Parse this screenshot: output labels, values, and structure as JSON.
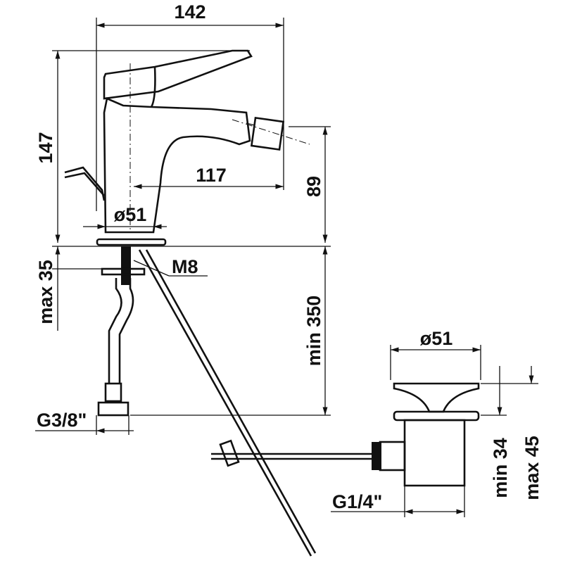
{
  "dimensions": {
    "width_total": "142",
    "height_total": "147",
    "spout_reach": "117",
    "spout_height": "89",
    "base_diameter": "ø51",
    "max_deck": "max 35",
    "thread": "M8",
    "min_clearance": "min 350",
    "hose_connection": "G3/8\"",
    "waste_diameter": "ø51",
    "waste_thread": "G1/4\"",
    "waste_min": "min 34",
    "waste_max": "max 45"
  }
}
